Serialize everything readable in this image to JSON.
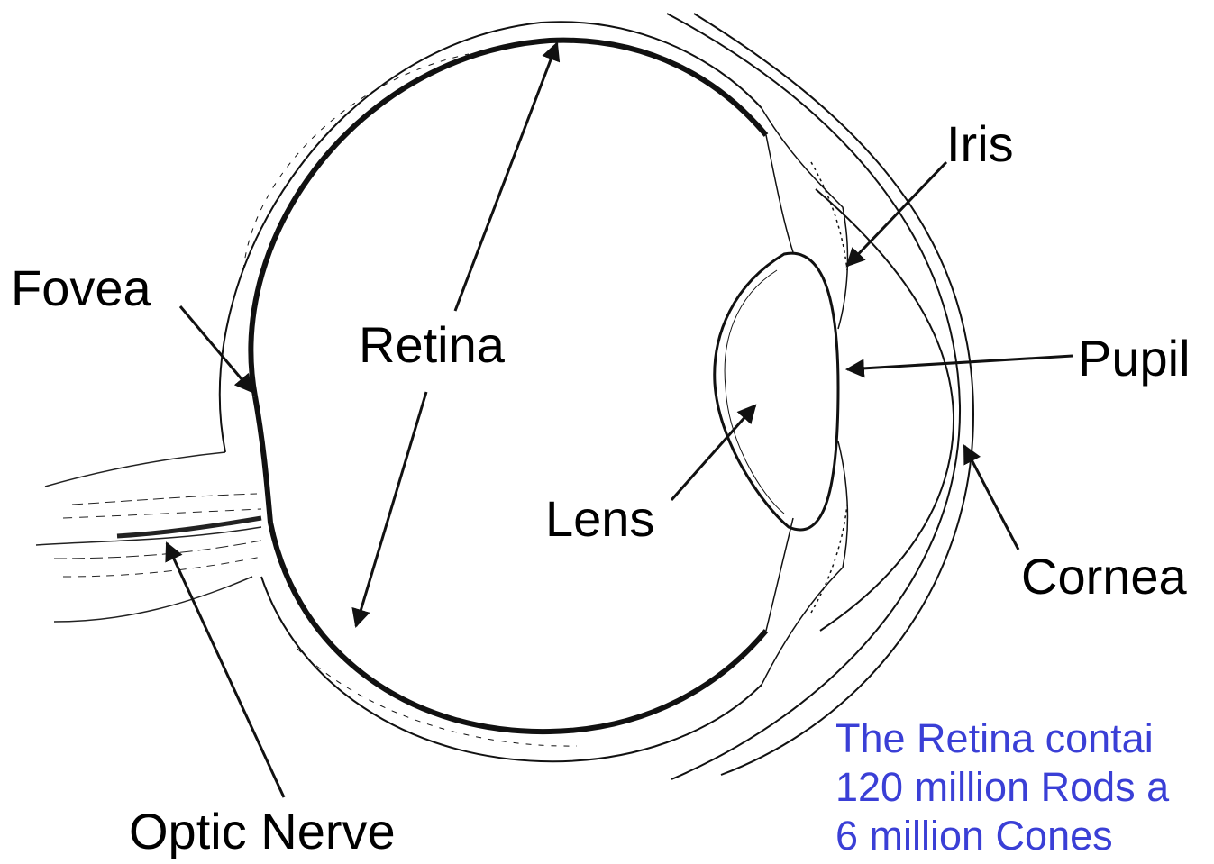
{
  "labels": {
    "iris": "Iris",
    "fovea": "Fovea",
    "retina": "Retina",
    "pupil": "Pupil",
    "lens": "Lens",
    "cornea": "Cornea",
    "optic_nerve": "Optic Nerve"
  },
  "note": {
    "line1": "The Retina contai",
    "line2": "120 million Rods a",
    "line3": "6 million Cones"
  },
  "colors": {
    "label": "#000000",
    "note": "#3a3fd6",
    "line": "#111111",
    "background": "#ffffff"
  }
}
